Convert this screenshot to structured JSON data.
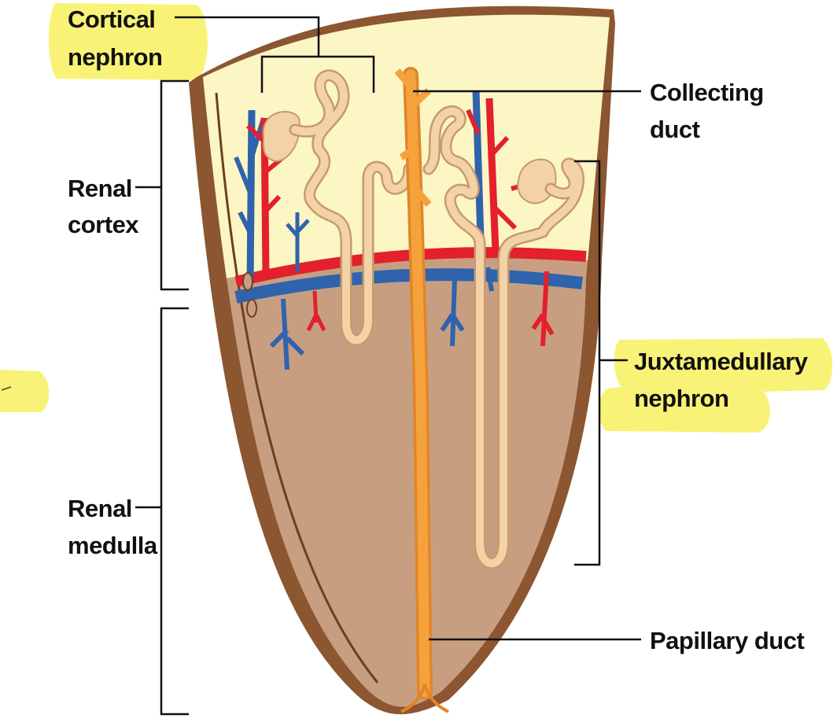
{
  "labels": {
    "cortical_nephron": [
      "Cortical",
      "nephron"
    ],
    "collecting_duct": [
      "Collecting",
      "duct"
    ],
    "renal_cortex": [
      "Renal",
      "cortex"
    ],
    "juxtamedullary_nephron": [
      "Juxtamedullary",
      "nephron"
    ],
    "renal_medulla": [
      "Renal",
      "medulla"
    ],
    "papillary_duct": "Papillary duct"
  },
  "highlighted_labels": [
    "cortical_nephron",
    "juxtamedullary_nephron"
  ],
  "colors": {
    "highlight": "#f7f26a",
    "capsule": "#8b5630",
    "cortex": "#fbf6c4",
    "medulla": "#c79f80",
    "artery": "#e3202c",
    "vein": "#2f63ad",
    "nephron_tubule": "#f3d2a8",
    "collecting_duct": "#f5a23c"
  }
}
